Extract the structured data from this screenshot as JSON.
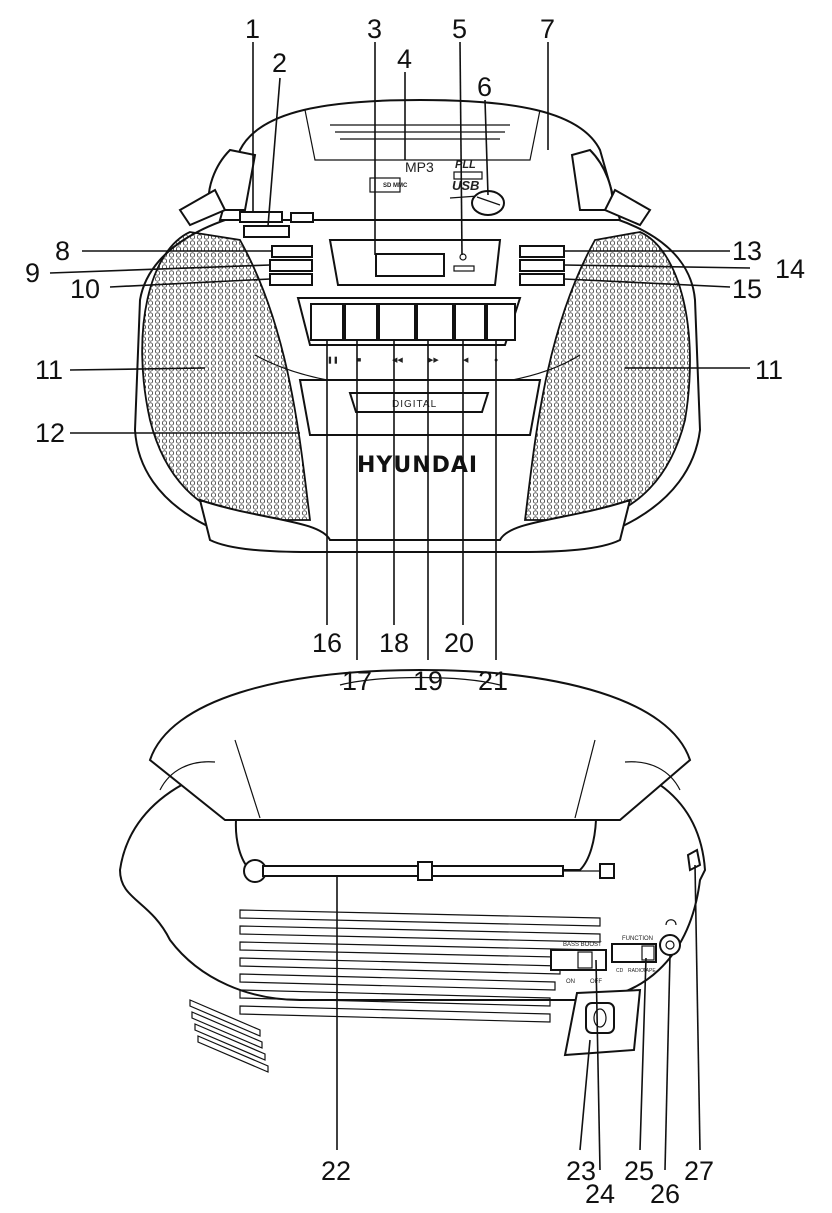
{
  "callouts": {
    "n1": "1",
    "n2": "2",
    "n3": "3",
    "n4": "4",
    "n5": "5",
    "n6": "6",
    "n7": "7",
    "n8": "8",
    "n9": "9",
    "n10": "10",
    "n11a": "11",
    "n11b": "11",
    "n12": "12",
    "n13": "13",
    "n14": "14",
    "n15": "15",
    "n16": "16",
    "n17": "17",
    "n18": "18",
    "n19": "19",
    "n20": "20",
    "n21": "21",
    "n22": "22",
    "n23": "23",
    "n24": "24",
    "n25": "25",
    "n26": "26",
    "n27": "27"
  },
  "front": {
    "brand": "HYUNDAI",
    "digital": "DIGITAL",
    "mp3": "MP3",
    "pll": "PLL",
    "usb": "USB",
    "sd": "SD MMC"
  },
  "back": {
    "bass_boost": "BASS BOOST",
    "on": "ON",
    "off": "OFF",
    "function": "FUNCTION",
    "cd": "CD",
    "radio": "RADIO",
    "tape": "TAPE"
  }
}
